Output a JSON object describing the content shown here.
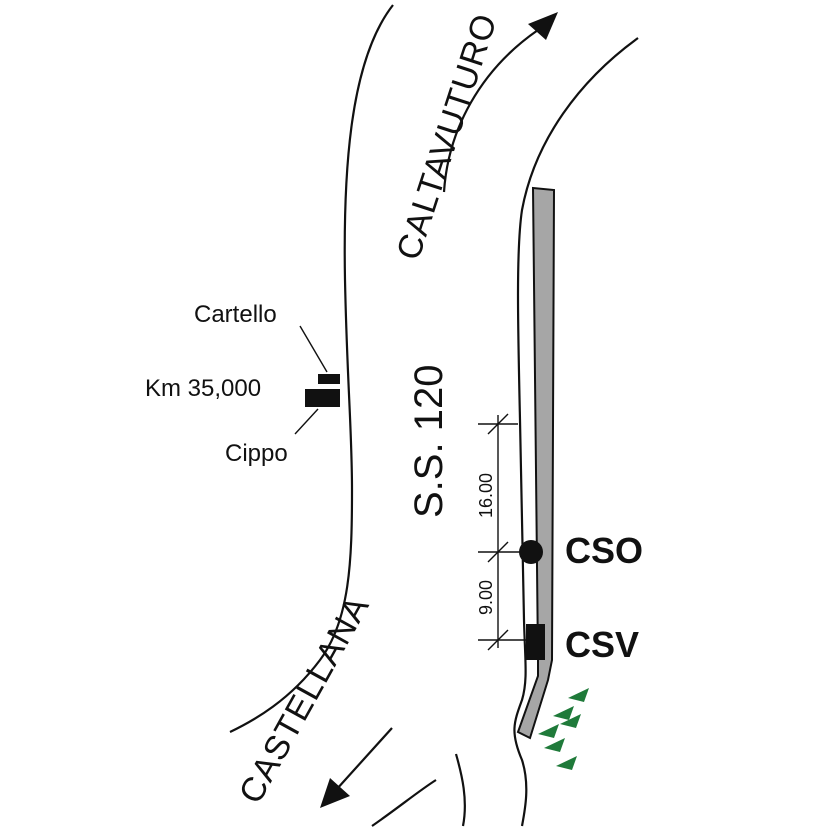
{
  "labels": {
    "road_north": "CALTAVUTURO",
    "road_south": "CASTELLANA",
    "highway": "S.S. 120",
    "sign": "Cartello",
    "km": "Km 35,000",
    "milestone": "Cippo",
    "cso": "CSO",
    "csv": "CSV",
    "dim_upper": "16.00",
    "dim_lower": "9.00"
  },
  "colors": {
    "line": "#111111",
    "lay_by": "#a6a6a6",
    "vegetation": "#1f7a3a"
  },
  "icons": [
    "arrow-north-icon",
    "arrow-south-icon",
    "sign-icon",
    "milestone-icon",
    "cso-station-icon",
    "csv-station-icon",
    "vegetation-icon"
  ]
}
